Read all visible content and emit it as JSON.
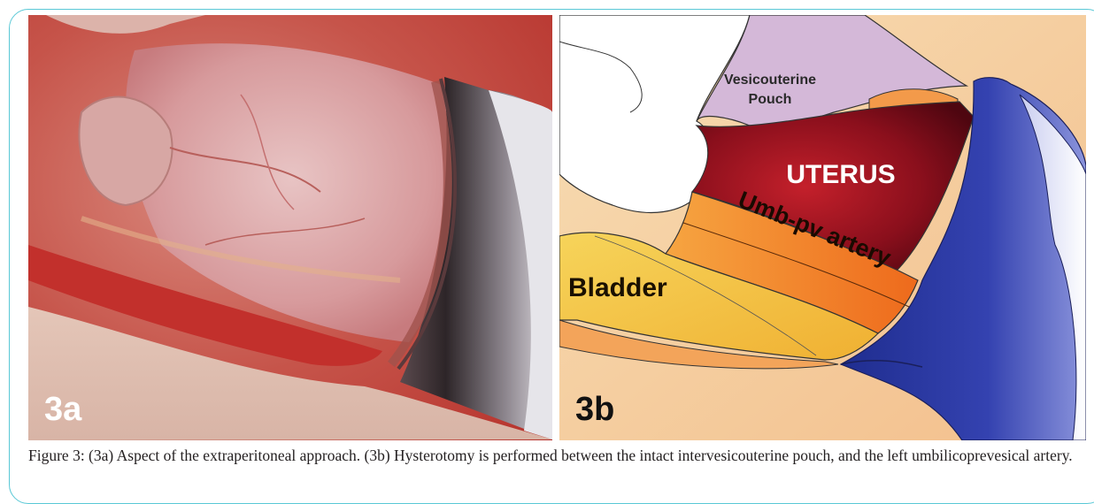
{
  "figure": {
    "panel_a": {
      "label": "3a"
    },
    "panel_b": {
      "label": "3b",
      "labels": {
        "pouch_line1": "Vesicouterine",
        "pouch_line2": "Pouch",
        "uterus": "UTERUS",
        "artery": "Umb-pv artery",
        "bladder": "Bladder"
      }
    },
    "caption": "Figure 3: (3a) Aspect of the extraperitoneal approach. (3b) Hysterotomy is performed between the intact intervesicouterine pouch, and the left umbilicoprevesical artery."
  },
  "colors": {
    "frame": "#59c8d6",
    "uterus": "#8a0f1c",
    "pouch": "#d4b8d8",
    "artery": "#f07a22",
    "bladder": "#f2c23c",
    "retractor": "#2b3a9e"
  }
}
